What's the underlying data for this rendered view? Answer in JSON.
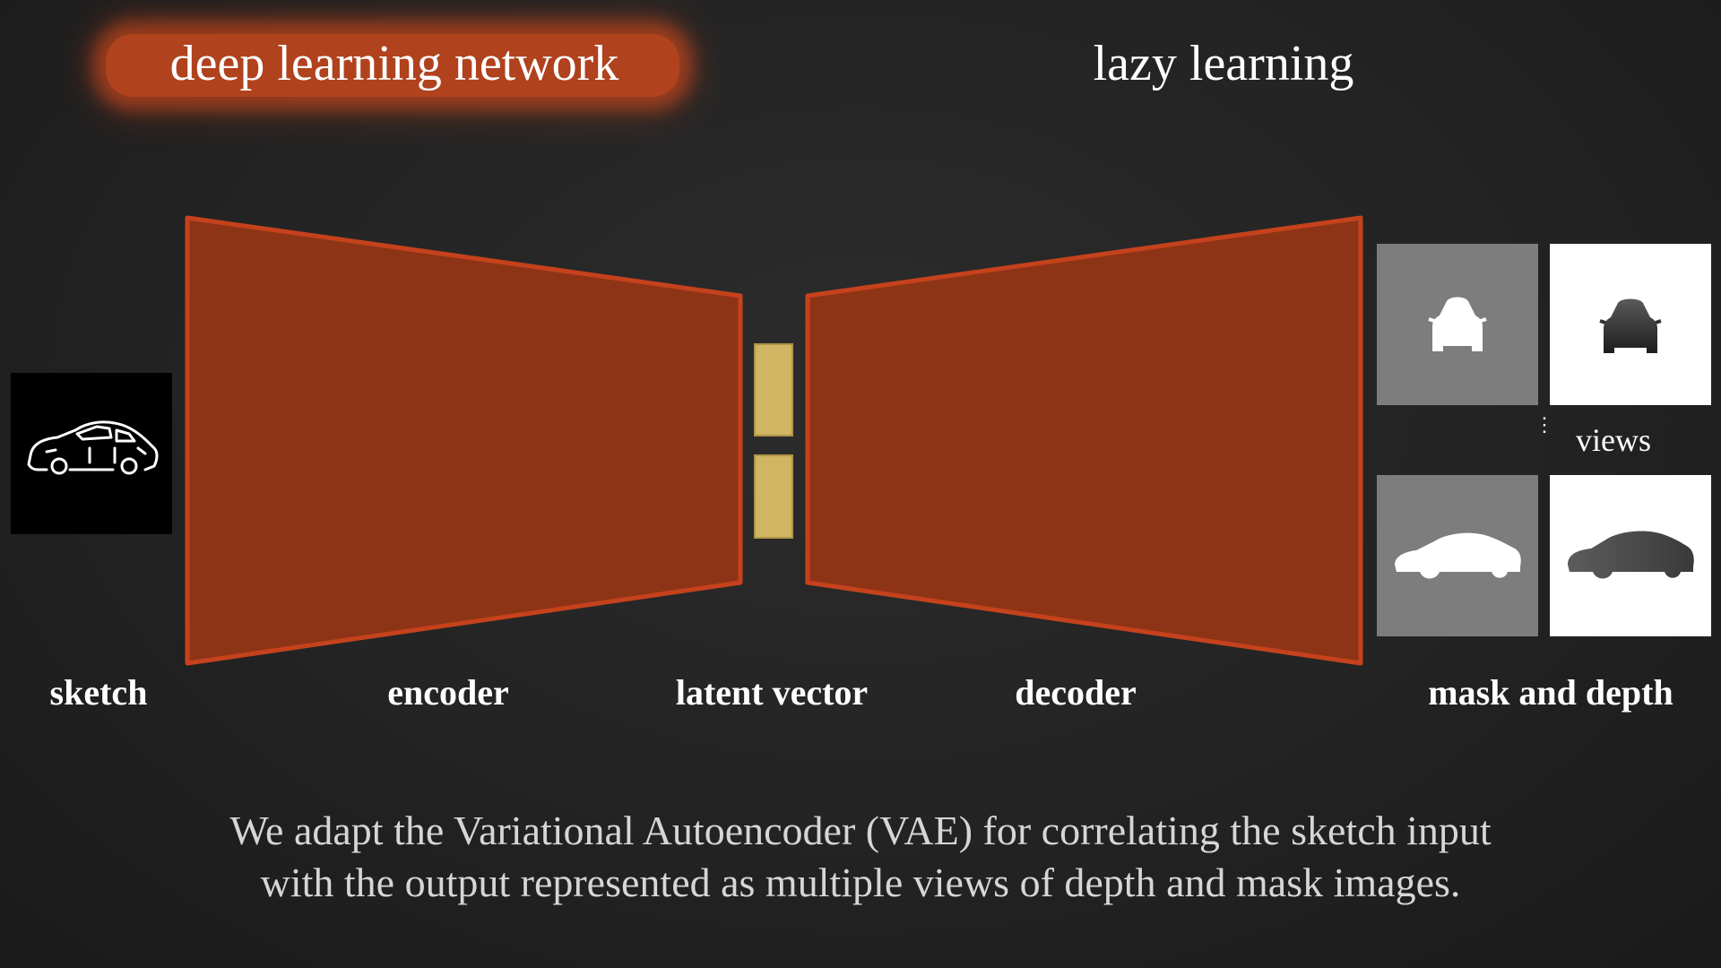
{
  "header": {
    "highlighted_title": "deep learning network",
    "plain_title": "lazy learning"
  },
  "labels": {
    "sketch": "sketch",
    "encoder": "encoder",
    "latent_vector": "latent vector",
    "decoder": "decoder",
    "output": "mask and depth",
    "views": "views",
    "views_ellipsis": "⋮"
  },
  "caption": {
    "line1": "We adapt the Variational Autoencoder (VAE) for correlating the sketch input",
    "line2": "with the output represented as multiple views of depth and mask images."
  },
  "colors": {
    "background": "#232323",
    "network_fill": "#8e3416",
    "network_stroke": "#c5421c",
    "latent_fill": "#d0b662",
    "highlight_glow": "#c0461e",
    "caption_text": "#d6d6d6"
  }
}
